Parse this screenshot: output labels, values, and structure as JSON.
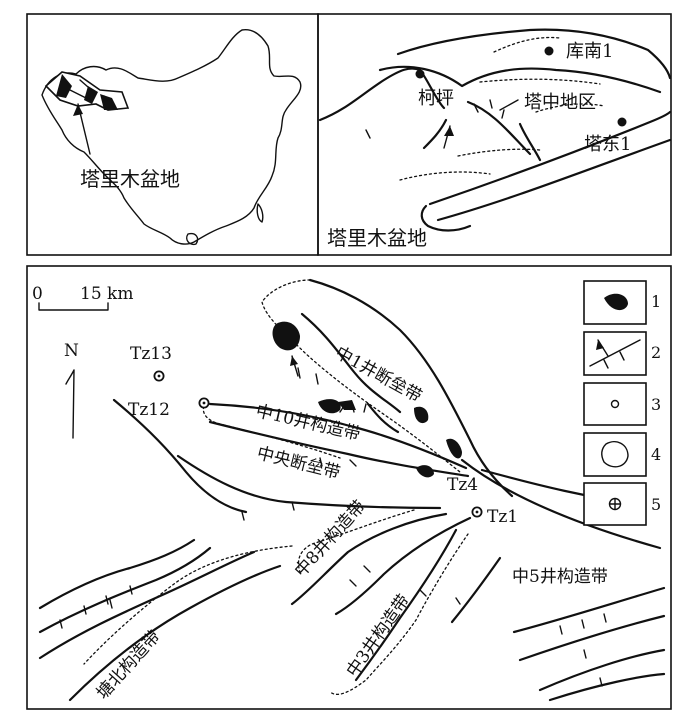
{
  "inset_china": {
    "label": "塔里木盆地"
  },
  "inset_basin": {
    "label": "塔里木盆地",
    "places": {
      "kunan": "库南1",
      "keping": "柯坪",
      "tazhong": "塔中地区",
      "tadong": "塔东1"
    }
  },
  "main_map": {
    "scale": {
      "zero": "0",
      "value": "15 km"
    },
    "north": "N",
    "wells": {
      "tz13": "Tz13",
      "tz12": "Tz12",
      "tz4": "Tz4",
      "tz1": "Tz1"
    },
    "zones": {
      "zhong1": "中1井断垒带",
      "zhong10": "中10井构造带",
      "central": "中央断垒带",
      "zhong8": "中8井构造带",
      "zhong5": "中5井构造带",
      "zhong3": "中3井构造带",
      "tangbei": "塘北构造带"
    }
  },
  "legend": {
    "items": [
      {
        "num": "1",
        "symbol": "black-blob-icon"
      },
      {
        "num": "2",
        "symbol": "fault-arrow-icon"
      },
      {
        "num": "3",
        "symbol": "small-circle-icon"
      },
      {
        "num": "4",
        "symbol": "outline-shape-icon"
      },
      {
        "num": "5",
        "symbol": "circle-plus-icon"
      }
    ]
  }
}
